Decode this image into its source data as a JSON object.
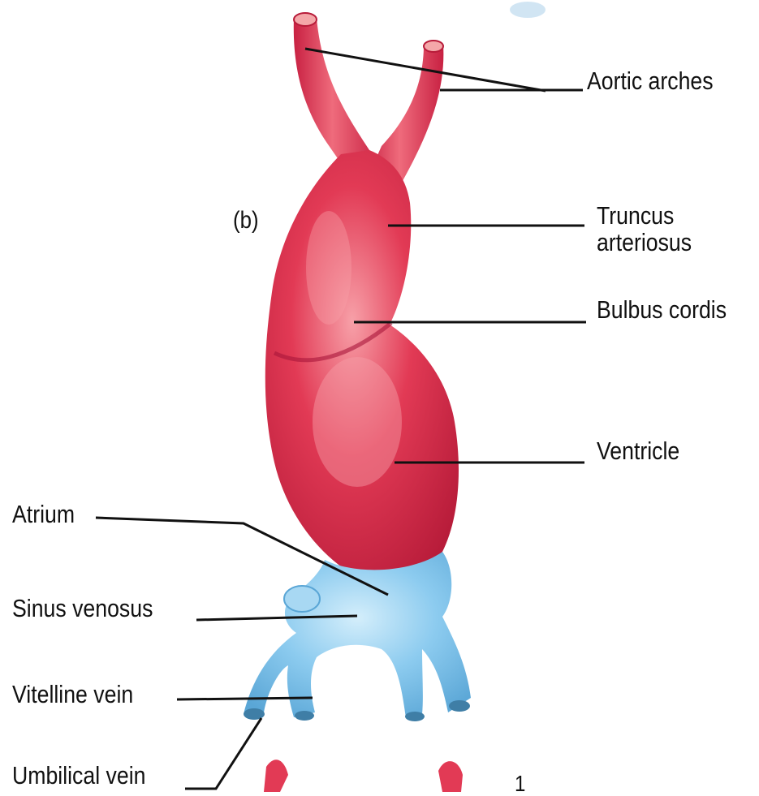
{
  "figure": {
    "panel_label": "(b)",
    "page_number": "1",
    "colors": {
      "heart_red": "#e23a55",
      "heart_highlight": "#f7a0a8",
      "heart_shadow": "#b81c3a",
      "vein_blue": "#8ccbef",
      "vein_highlight": "#d4eefb",
      "vein_shadow": "#5aa6d6",
      "leader_line": "#111111"
    }
  },
  "labels": {
    "aortic_arches": "Aortic arches",
    "truncus_arteriosus_line1": "Truncus",
    "truncus_arteriosus_line2": "arteriosus",
    "bulbus_cordis": "Bulbus cordis",
    "ventricle": "Ventricle",
    "atrium": "Atrium",
    "sinus_venosus": "Sinus venosus",
    "vitelline_vein": "Vitelline vein",
    "umbilical_vein": "Umbilical vein"
  }
}
